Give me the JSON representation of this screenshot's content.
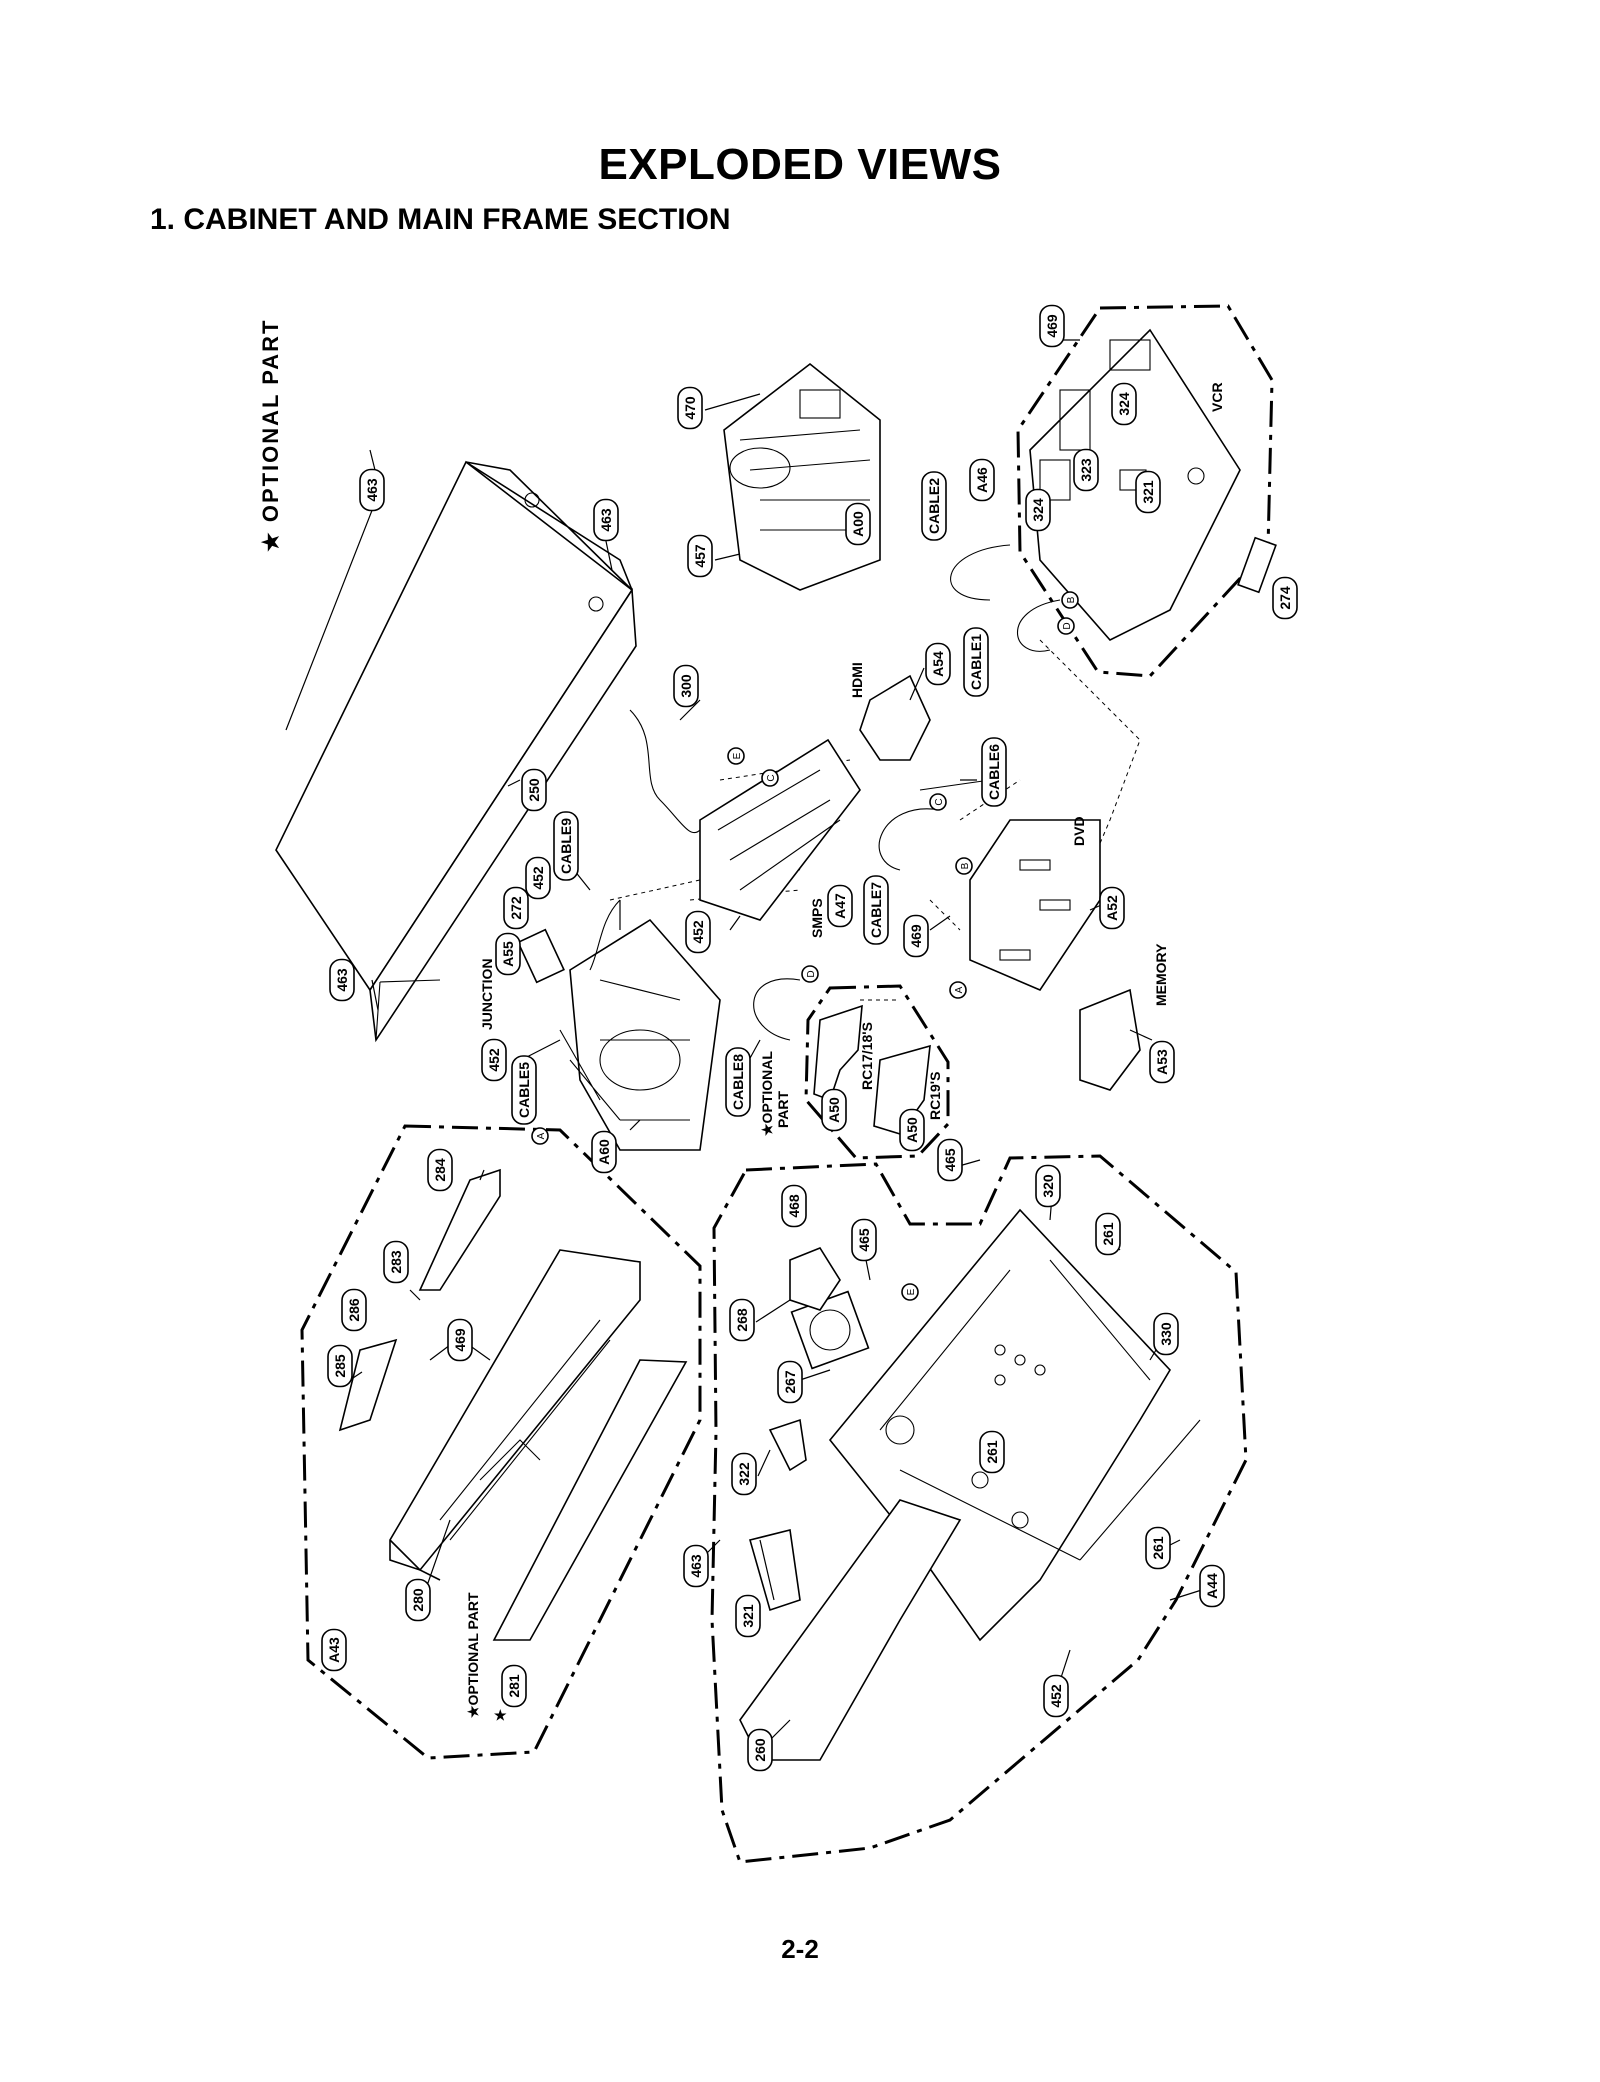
{
  "page": {
    "title": "EXPLODED VIEWS",
    "section": "1. CABINET AND MAIN FRAME SECTION",
    "page_number": "2-2",
    "optional_part_note": "★ OPTIONAL PART"
  },
  "callouts": [
    {
      "id": "c-469-top",
      "text": "469"
    },
    {
      "id": "c-470",
      "text": "470"
    },
    {
      "id": "c-457",
      "text": "457"
    },
    {
      "id": "c-a00",
      "text": "A00"
    },
    {
      "id": "c-a46",
      "text": "A46"
    },
    {
      "id": "c-324a",
      "text": "324"
    },
    {
      "id": "c-324b",
      "text": "324"
    },
    {
      "id": "c-323",
      "text": "323"
    },
    {
      "id": "c-321a",
      "text": "321"
    },
    {
      "id": "c-274",
      "text": "274"
    },
    {
      "id": "c-cable2",
      "text": "CABLE2"
    },
    {
      "id": "c-cable1",
      "text": "CABLE1"
    },
    {
      "id": "c-463a",
      "text": "463"
    },
    {
      "id": "c-463b",
      "text": "463"
    },
    {
      "id": "c-463c",
      "text": "463"
    },
    {
      "id": "c-250",
      "text": "250"
    },
    {
      "id": "c-300",
      "text": "300"
    },
    {
      "id": "c-a54",
      "text": "A54"
    },
    {
      "id": "c-cable6",
      "text": "CABLE6"
    },
    {
      "id": "c-cable9",
      "text": "CABLE9"
    },
    {
      "id": "c-452a",
      "text": "452"
    },
    {
      "id": "c-272",
      "text": "272"
    },
    {
      "id": "c-a55",
      "text": "A55"
    },
    {
      "id": "c-452b",
      "text": "452"
    },
    {
      "id": "c-a47",
      "text": "A47"
    },
    {
      "id": "c-cable7",
      "text": "CABLE7"
    },
    {
      "id": "c-469b",
      "text": "469"
    },
    {
      "id": "c-a52",
      "text": "A52"
    },
    {
      "id": "c-452c",
      "text": "452"
    },
    {
      "id": "c-cable5",
      "text": "CABLE5"
    },
    {
      "id": "c-a60",
      "text": "A60"
    },
    {
      "id": "c-cable8",
      "text": "CABLE8"
    },
    {
      "id": "c-a50a",
      "text": "A50"
    },
    {
      "id": "c-a50b",
      "text": "A50"
    },
    {
      "id": "c-a53",
      "text": "A53"
    },
    {
      "id": "c-284",
      "text": "284"
    },
    {
      "id": "c-283",
      "text": "283"
    },
    {
      "id": "c-286",
      "text": "286"
    },
    {
      "id": "c-285",
      "text": "285"
    },
    {
      "id": "c-469c",
      "text": "469"
    },
    {
      "id": "c-280",
      "text": "280"
    },
    {
      "id": "c-a43",
      "text": "A43"
    },
    {
      "id": "c-281",
      "text": "281"
    },
    {
      "id": "c-465a",
      "text": "465"
    },
    {
      "id": "c-320",
      "text": "320"
    },
    {
      "id": "c-261a",
      "text": "261"
    },
    {
      "id": "c-468",
      "text": "468"
    },
    {
      "id": "c-465b",
      "text": "465"
    },
    {
      "id": "c-330",
      "text": "330"
    },
    {
      "id": "c-268",
      "text": "268"
    },
    {
      "id": "c-267",
      "text": "267"
    },
    {
      "id": "c-322",
      "text": "322"
    },
    {
      "id": "c-261b",
      "text": "261"
    },
    {
      "id": "c-261c",
      "text": "261"
    },
    {
      "id": "c-463d",
      "text": "463"
    },
    {
      "id": "c-321b",
      "text": "321"
    },
    {
      "id": "c-a44",
      "text": "A44"
    },
    {
      "id": "c-452d",
      "text": "452"
    },
    {
      "id": "c-260",
      "text": "260"
    }
  ],
  "labels": {
    "vcr": "VCR",
    "hdmi": "HDMI",
    "dvd": "DVD",
    "smps": "SMPS",
    "junction": "JUNCTION",
    "memory": "MEMORY",
    "optional_part_a": "★OPTIONAL",
    "optional_part_b": "PART",
    "rc1718": "RC17/18'S",
    "rc19": "RC19'S",
    "optional_part_front": "★OPTIONAL PART",
    "star": "★"
  },
  "connectors": {
    "A": "A",
    "B": "B",
    "C": "C",
    "D": "D",
    "E": "E"
  }
}
